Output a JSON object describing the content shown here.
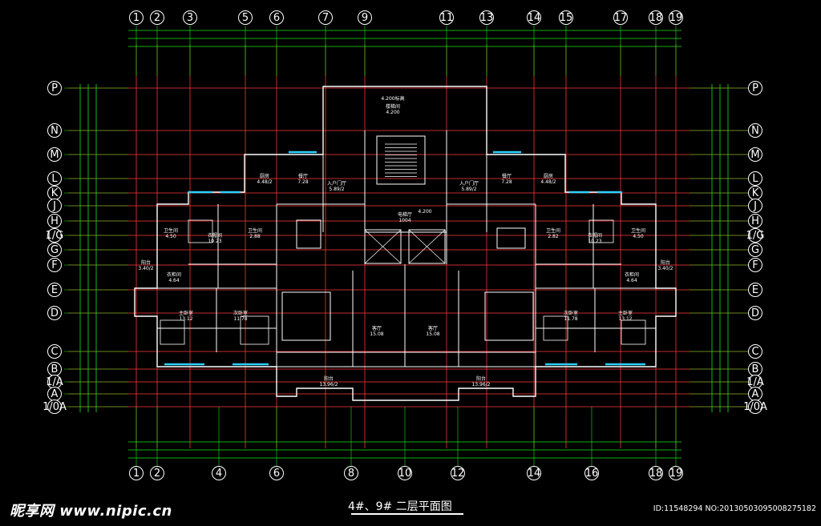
{
  "drawing": {
    "title": "4#、9# 二层平面图",
    "watermark": "昵享网 www.nipic.cn",
    "image_id": "ID:11548294 NO:20130503095008275182",
    "colors": {
      "background": "#000000",
      "axis_grid": "#ff3b3b",
      "dimension": "#19e619",
      "wall": "#ffffff",
      "window": "#29d0ff",
      "room_wall": "#d63dd6",
      "bubble": "#ffffff"
    },
    "top_axes": [
      "1",
      "2",
      "3",
      "5",
      "6",
      "7",
      "9",
      "11",
      "13",
      "14",
      "15",
      "17",
      "18",
      "19"
    ],
    "bottom_axes": [
      "1",
      "2",
      "4",
      "6",
      "8",
      "10",
      "12",
      "14",
      "16",
      "18",
      "19"
    ],
    "left_axes": [
      "P",
      "N",
      "M",
      "L",
      "K",
      "J",
      "H",
      "1/G",
      "G",
      "F",
      "E",
      "D",
      "C",
      "B",
      "1/A",
      "A",
      "1/0A"
    ],
    "right_axes": [
      "P",
      "N",
      "M",
      "L",
      "K",
      "J",
      "H",
      "1/G",
      "G",
      "F",
      "E",
      "D",
      "C",
      "B",
      "1/A",
      "A",
      "1/0A"
    ],
    "rooms": [
      {
        "name": "厨房",
        "area": "4.48/2"
      },
      {
        "name": "餐厅",
        "area": "7.28"
      },
      {
        "name": "入户门厅",
        "area": "5.89/2"
      },
      {
        "name": "楼梯间",
        "area": "4.200"
      },
      {
        "name": "入户门厅",
        "area": "5.89/2"
      },
      {
        "name": "餐厅",
        "area": "7.28"
      },
      {
        "name": "厨房",
        "area": "4.48/2"
      },
      {
        "name": "卫生间",
        "area": "4.50"
      },
      {
        "name": "衣帽间",
        "area": "10.23"
      },
      {
        "name": "卫生间",
        "area": "2.88"
      },
      {
        "name": "电梯厅",
        "area": "1004"
      },
      {
        "name": "卫生间",
        "area": "2.82"
      },
      {
        "name": "衣帽间",
        "area": "10.23"
      },
      {
        "name": "卫生间",
        "area": "4.50"
      },
      {
        "name": "阳台",
        "area": "3.40/2"
      },
      {
        "name": "衣柜间",
        "area": "4.64"
      },
      {
        "name": "衣柜间",
        "area": "4.64"
      },
      {
        "name": "阳台",
        "area": "3.40/2"
      },
      {
        "name": "主卧室",
        "area": "13.12"
      },
      {
        "name": "次卧室",
        "area": "11.78"
      },
      {
        "name": "客厅",
        "area": "15.08"
      },
      {
        "name": "客厅",
        "area": "15.08"
      },
      {
        "name": "次卧室",
        "area": "11.78"
      },
      {
        "name": "主卧室",
        "area": "13.12"
      },
      {
        "name": "阳台",
        "area": "13.96/2"
      },
      {
        "name": "阳台",
        "area": "13.96/2"
      }
    ],
    "level_marks": [
      "4.200标高",
      "4.200"
    ]
  }
}
